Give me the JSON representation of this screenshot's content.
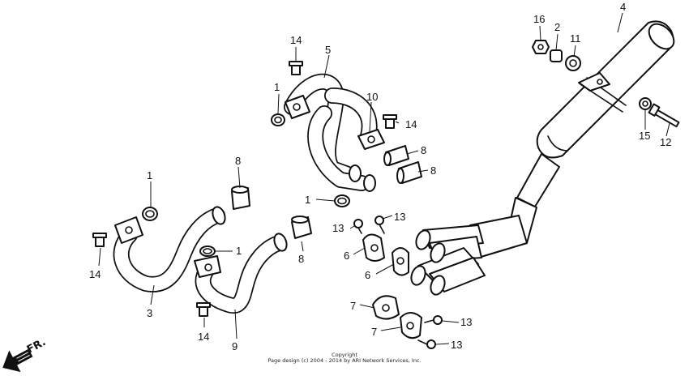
{
  "callouts": {
    "c1a": "1",
    "c1b": "1",
    "c1c": "1",
    "c1d": "1",
    "c2": "2",
    "c3": "3",
    "c4": "4",
    "c5": "5",
    "c6a": "6",
    "c6b": "6",
    "c7a": "7",
    "c7b": "7",
    "c8a": "8",
    "c8b": "8",
    "c8c": "8",
    "c8d": "8",
    "c9": "9",
    "c10": "10",
    "c11": "11",
    "c12": "12",
    "c13a": "13",
    "c13b": "13",
    "c13c": "13",
    "c13d": "13",
    "c14a": "14",
    "c14b": "14",
    "c14c": "14",
    "c14d": "14",
    "c15": "15",
    "c16": "16"
  },
  "direction_label": "FR.",
  "footer": {
    "line1": "Copyright",
    "line2": "Page design (c) 2004 - 2014 by ARI Network Services, Inc."
  }
}
